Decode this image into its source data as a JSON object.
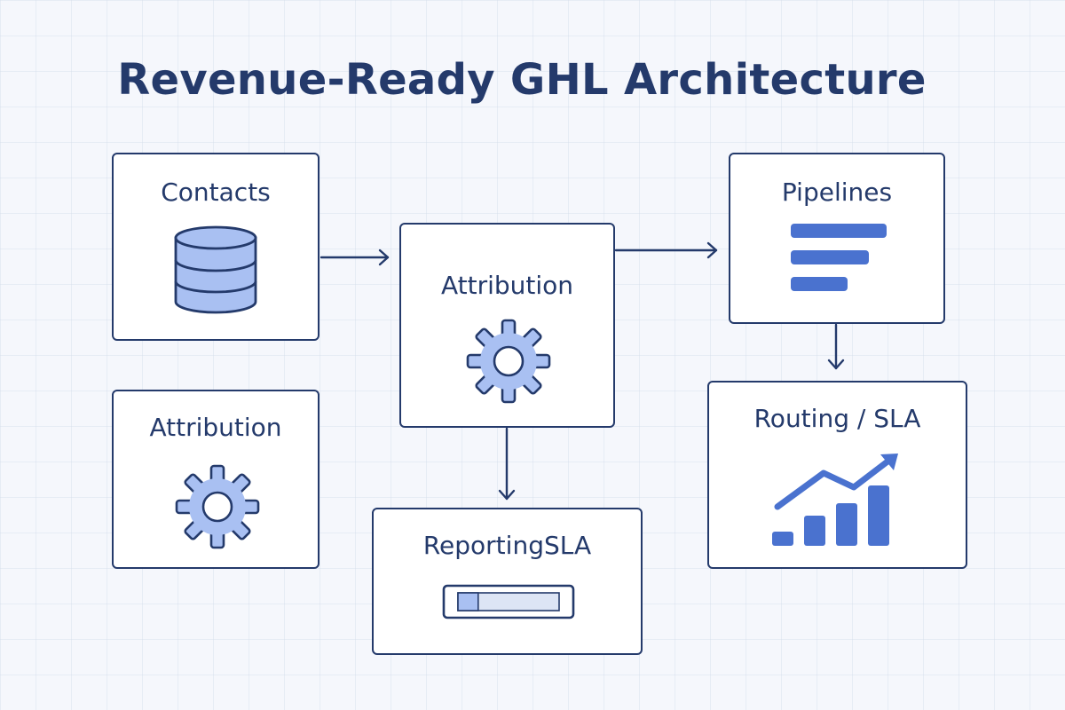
{
  "diagram": {
    "title": "Revenue-Ready GHL Architecture",
    "nodes": {
      "contacts": {
        "label": "Contacts",
        "icon": "database-icon"
      },
      "attribution_main": {
        "label": "Attribution",
        "icon": "gear-icon"
      },
      "attribution_secondary": {
        "label": "Attribution",
        "icon": "gear-icon"
      },
      "pipelines": {
        "label": "Pipelines",
        "icon": "pipeline-bars-icon"
      },
      "routing_sla": {
        "label": "Routing / SLA",
        "icon": "growth-chart-icon"
      },
      "reporting_sla": {
        "label": "ReportingSLA",
        "icon": "progress-bar-icon"
      }
    },
    "edges": [
      {
        "from": "Contacts",
        "to": "Attribution"
      },
      {
        "from": "Attribution",
        "to": "Pipelines"
      },
      {
        "from": "Attribution",
        "to": "ReportingSLA"
      },
      {
        "from": "Pipelines",
        "to": "Routing / SLA"
      }
    ],
    "reporting_progress": 0.2,
    "colors": {
      "background": "#f5f7fc",
      "outline": "#243a6b",
      "icon_fill": "#a9c0f2",
      "accent": "#4a72cf"
    }
  }
}
